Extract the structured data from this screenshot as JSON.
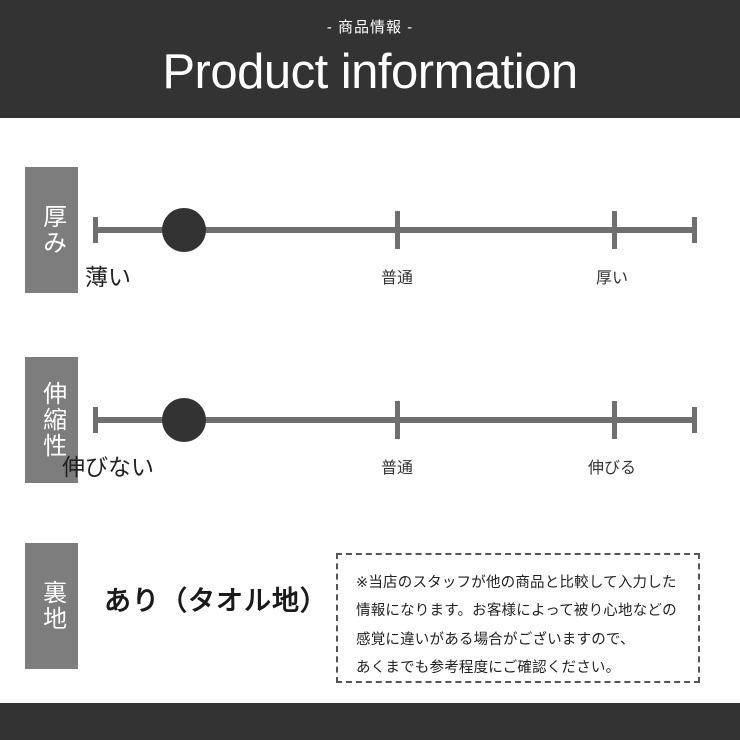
{
  "header": {
    "subtitle": "- 商品情報 -",
    "title": "Product information",
    "background_color": "#333333",
    "text_color": "#ffffff"
  },
  "rows": [
    {
      "label": "厚み",
      "type": "scale",
      "marker_label": "薄い",
      "marker_position_percent": 15,
      "ticks": [
        {
          "label": "普通",
          "position_percent": 50
        },
        {
          "label": "厚い",
          "position_percent": 86
        }
      ]
    },
    {
      "label": "伸縮性",
      "type": "scale",
      "marker_label": "伸びない",
      "marker_position_percent": 15,
      "ticks": [
        {
          "label": "普通",
          "position_percent": 50
        },
        {
          "label": "伸びる",
          "position_percent": 86
        }
      ]
    },
    {
      "label": "裏地",
      "type": "value",
      "value": "あり（タオル地）"
    }
  ],
  "note": {
    "lines": [
      "※当店のスタッフが他の商品と比較して入力した",
      "情報になります。お客様によって被り心地などの",
      "感覚に違いがある場合がございますので、",
      "あくまでも参考程度にご確認ください。"
    ]
  },
  "colors": {
    "dark": "#333333",
    "chip_gray": "#7d7d7d",
    "track_gray": "#6f6f6f",
    "page_bg": "#ffffff"
  }
}
